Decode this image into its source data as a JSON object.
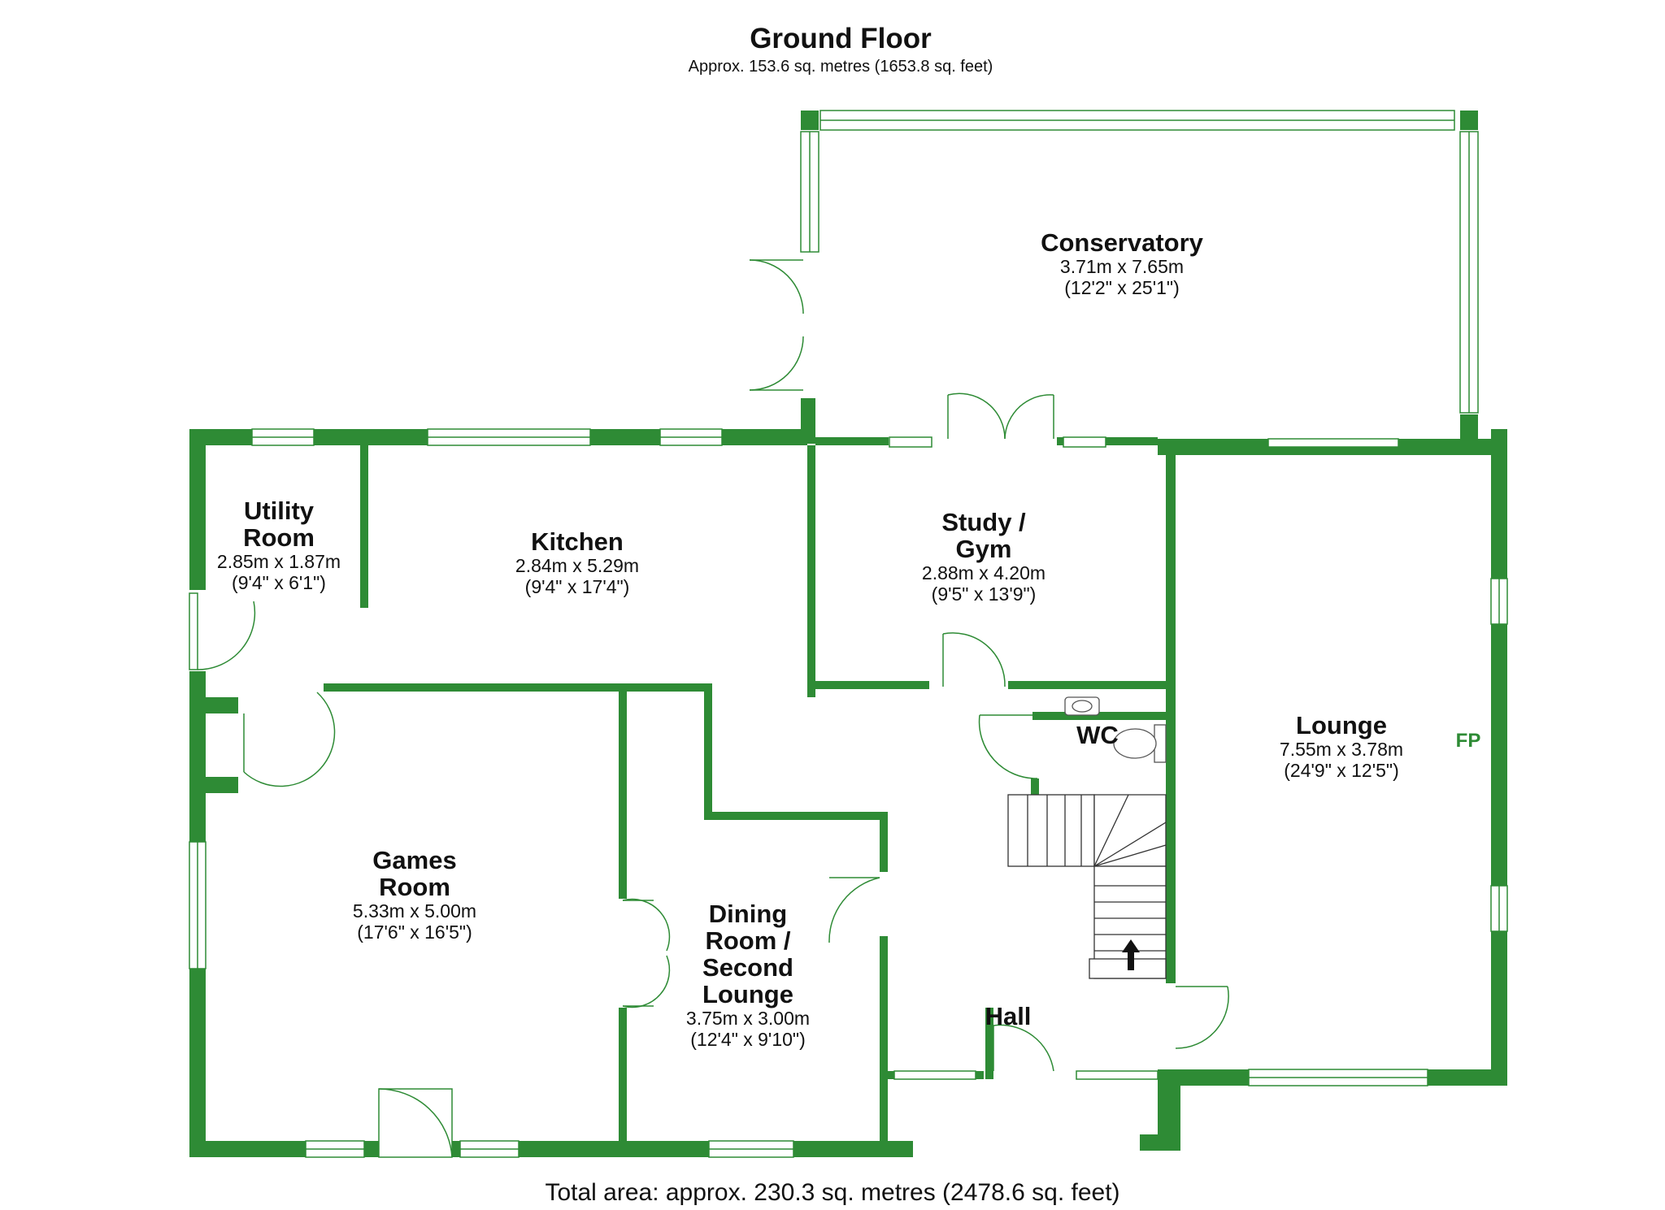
{
  "header": {
    "title": "Ground Floor",
    "subtitle": "Approx. 153.6 sq. metres (1653.8 sq. feet)"
  },
  "footer": {
    "total": "Total area: approx. 230.3 sq. metres (2478.6 sq. feet)"
  },
  "rooms": {
    "conservatory": {
      "name": "Conservatory",
      "metric": "3.71m x 7.65m",
      "imperial": "(12'2\" x 25'1\")"
    },
    "utility": {
      "name_1": "Utility",
      "name_2": "Room",
      "metric": "2.85m x 1.87m",
      "imperial": "(9'4\" x 6'1\")"
    },
    "kitchen": {
      "name": "Kitchen",
      "metric": "2.84m x 5.29m",
      "imperial": "(9'4\" x 17'4\")"
    },
    "study": {
      "name_1": "Study /",
      "name_2": "Gym",
      "metric": "2.88m x 4.20m",
      "imperial": "(9'5\" x 13'9\")"
    },
    "wc": {
      "name": "WC"
    },
    "lounge": {
      "name": "Lounge",
      "metric": "7.55m x 3.78m",
      "imperial": "(24'9\" x 12'5\")",
      "fireplace": "FP"
    },
    "games": {
      "name_1": "Games",
      "name_2": "Room",
      "metric": "5.33m x 5.00m",
      "imperial": "(17'6\" x 16'5\")"
    },
    "dining": {
      "name_1": "Dining",
      "name_2": "Room /",
      "name_3": "Second",
      "name_4": "Lounge",
      "metric": "3.75m x 3.00m",
      "imperial": "(12'4\" x 9'10\")"
    },
    "hall": {
      "name": "Hall"
    }
  },
  "colors": {
    "wall": "#2e8b35",
    "fixture_line": "#2e8b35",
    "window_fill": "#ffffff",
    "stair_line": "#333333",
    "text": "#111111"
  }
}
